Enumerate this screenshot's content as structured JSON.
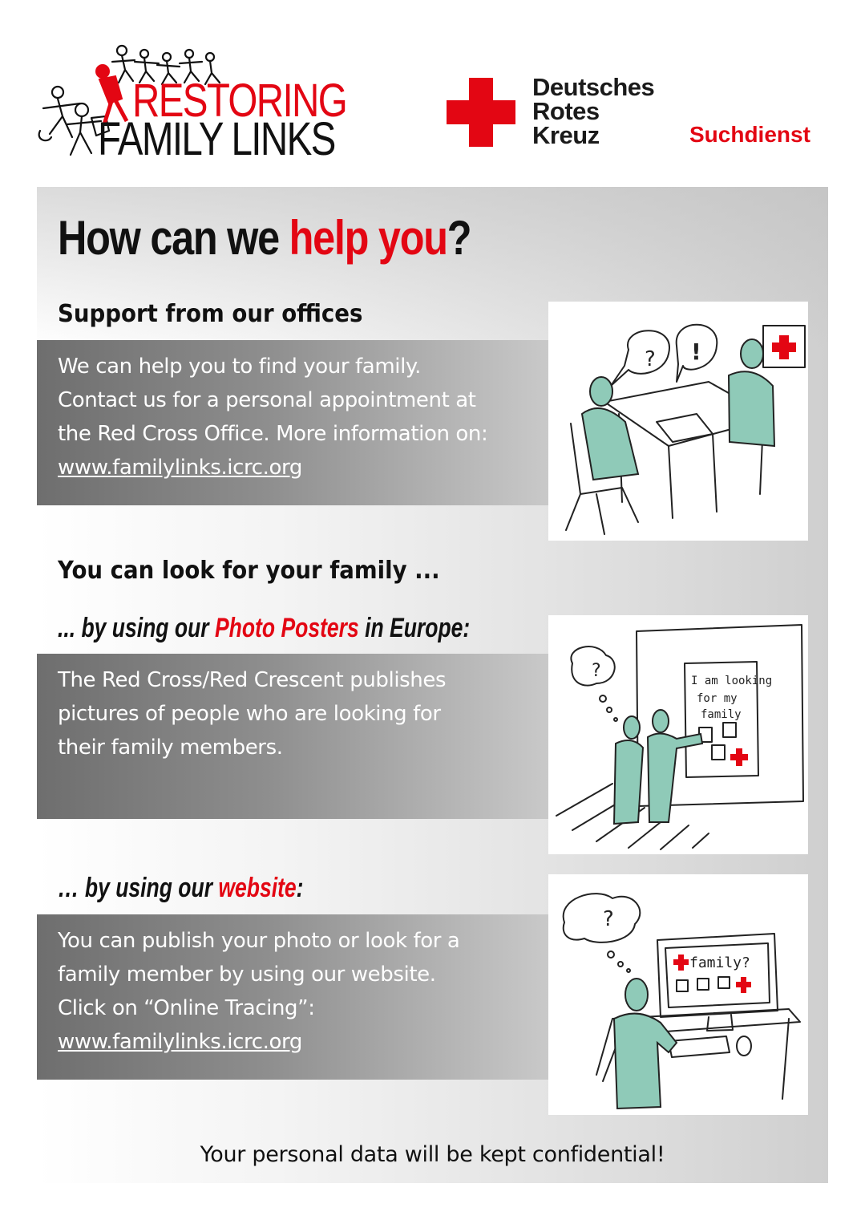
{
  "header": {
    "logo_line1": "RESTORING",
    "logo_line2": "FAMILY LINKS",
    "org_lines": [
      "Deutsches",
      "Rotes",
      "Kreuz"
    ],
    "service": "Suchdienst"
  },
  "colors": {
    "accent_red": "#e30613",
    "figure_teal": "#8fcab8",
    "text_dark": "#111111"
  },
  "main": {
    "heading_part1": "How can we ",
    "heading_highlight": "help you",
    "heading_end": "?"
  },
  "offices": {
    "title": "Support from our offices",
    "lines": [
      "We can help you to find your family.",
      "Contact us for a personal appointment at",
      "the  Red Cross Office.  More information on:"
    ],
    "link": "www.familylinks.icrc.org",
    "illustration_icon": "meeting-illustration"
  },
  "look": {
    "title": "You can look for your family ..."
  },
  "posters": {
    "title_part1": "... by using our ",
    "title_highlight": "Photo Posters",
    "title_part2": " in Europe:",
    "lines": [
      "The Red Cross/Red Crescent publishes",
      "pictures of people who are looking for",
      "their family members."
    ],
    "poster_text": [
      "I am looking",
      "for my",
      "family"
    ],
    "illustration_icon": "poster-illustration"
  },
  "website": {
    "title_part1": "… by using our ",
    "title_highlight": "website",
    "title_part2": ":",
    "lines": [
      "You can publish your photo or look for a",
      "family member by using our website.",
      "Click on “Online Tracing”:"
    ],
    "link": "www.familylinks.icrc.org",
    "screen_text": "family?",
    "illustration_icon": "computer-illustration"
  },
  "footer": {
    "note": "Your personal data will be kept confidential!"
  }
}
